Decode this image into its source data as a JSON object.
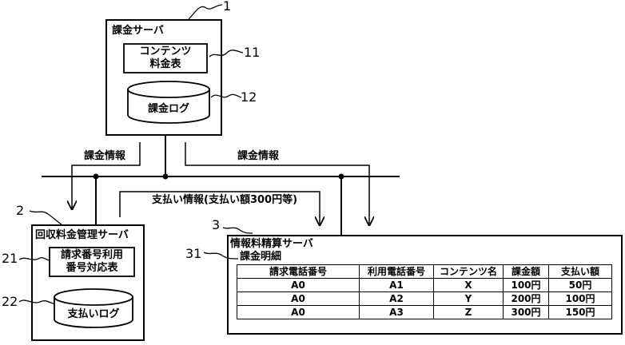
{
  "billing_server": {
    "ref": "1",
    "title": "課金サーバ",
    "content_fee_table": {
      "ref": "11",
      "line1": "コンテンツ",
      "line2": "料金表"
    },
    "billing_log": {
      "ref": "12",
      "label": "課金ログ"
    }
  },
  "collection_server": {
    "ref": "2",
    "title": "回収料金管理サーバ",
    "number_table": {
      "ref": "21",
      "line1": "請求番号利用",
      "line2": "番号対応表"
    },
    "payment_log": {
      "ref": "22",
      "label": "支払いログ"
    }
  },
  "settlement_server": {
    "ref": "3",
    "title": "情報料精算サーバ",
    "details": {
      "ref": "31",
      "title": "課金明細",
      "headers": [
        "請求電話番号",
        "利用電話番号",
        "コンテンツ名",
        "課金額",
        "支払い額"
      ],
      "rows": [
        [
          "A0",
          "A1",
          "X",
          "100円",
          "50円"
        ],
        [
          "A0",
          "A2",
          "Y",
          "200円",
          "100円"
        ],
        [
          "A0",
          "A3",
          "Z",
          "300円",
          "150円"
        ]
      ]
    }
  },
  "flows": {
    "billing_info_left": "課金情報",
    "billing_info_right": "課金情報",
    "payment_info": "支払い情報(支払い額300円等)"
  }
}
